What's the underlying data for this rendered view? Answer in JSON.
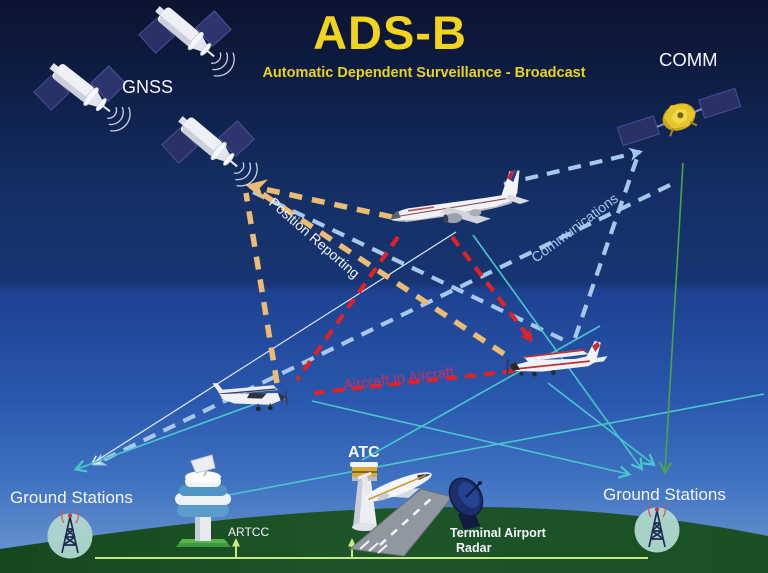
{
  "header": {
    "title": "ADS-B",
    "subtitle": "Automatic Dependent Surveillance - Broadcast"
  },
  "satellites": {
    "gnss_label": "GNSS",
    "comm_label": "COMM"
  },
  "links": {
    "position_reporting": "Position Reporting",
    "communications": "Communications",
    "aircraft_to_aircraft": "Aircraft to Aircraft"
  },
  "ground": {
    "ground_stations_left": "Ground Stations",
    "ground_stations_right": "Ground Stations",
    "atc": "ATC",
    "artcc": "ARTCC",
    "terminal_radar_line1": "Terminal Airport",
    "terminal_radar_line2": "Radar"
  },
  "legend": [
    {
      "label": "Position Reporting",
      "color": "#eebb72",
      "style": "dashed",
      "connects": "GNSS satellites and aircraft"
    },
    {
      "label": "Communications",
      "color": "#a5c8ec",
      "style": "dashed",
      "connects": "COMM satellite, aircraft and ground stations"
    },
    {
      "label": "Aircraft to Aircraft",
      "color": "#e22222",
      "style": "dashed",
      "connects": "aircraft to aircraft"
    }
  ],
  "colors": {
    "title_yellow": "#f2d41e",
    "position_reporting": "#eebb72",
    "aircraft_to_aircraft_line": "#e22222",
    "aircraft_to_aircraft_text": "#c62f62",
    "communications": "#a5c8ec",
    "ground_link_cyan": "#49c7cc",
    "comm_ground_green": "#4aa548",
    "baseline_green": "#c6e983",
    "sky_top": "#0b1430",
    "sky_bottom": "#6f9bd4",
    "ground_green": "#1d5428"
  }
}
